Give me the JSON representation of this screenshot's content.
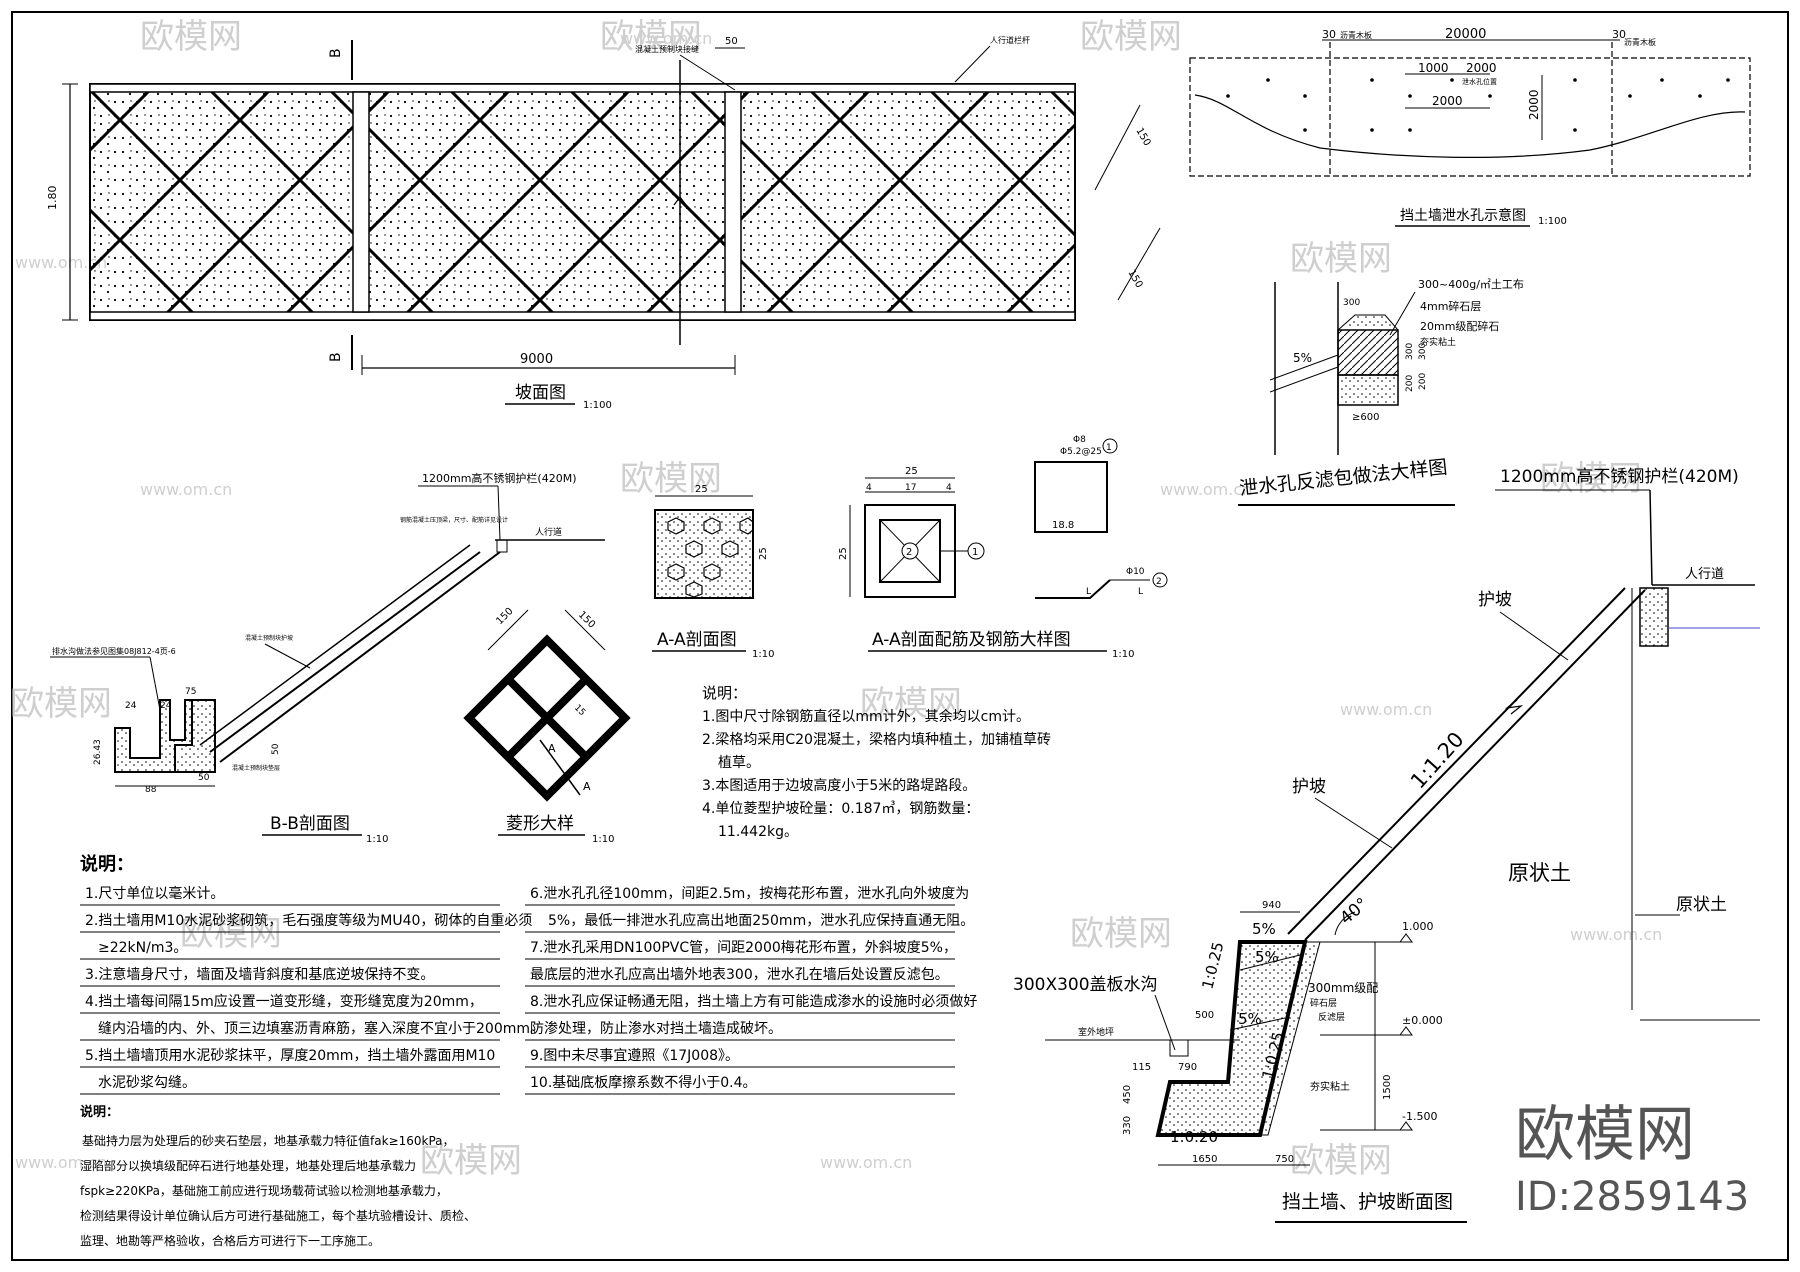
{
  "watermark": {
    "brand": "欧模网",
    "url": "www.om.cn",
    "id": "ID:2859143"
  },
  "slope_plan": {
    "title": "坡面图",
    "scale": "1:100",
    "dim_height": "1.80",
    "dim_length": "9000",
    "dim_gap": "50",
    "dim_grid_a": "150",
    "dim_grid_b": "150",
    "section_mark": "B",
    "label_railing": "人行道栏杆",
    "label_joint": "混凝土预制块接缝"
  },
  "drain_elev": {
    "title": "挡土墙泄水孔示意图",
    "scale": "1:100",
    "dim_total": "20000",
    "dim_left": "30",
    "dim_right": "30",
    "dim_a": "1000",
    "dim_b": "2000",
    "dim_c": "2000",
    "dim_d": "2000",
    "label_joint_l": "沥青木板",
    "label_joint_r": "沥青木板",
    "label_center": "泄水孔位置"
  },
  "filter_detail": {
    "title": "泄水孔反滤包做法大样图",
    "spec1": "300~400g/㎡土工布",
    "spec2": "4mm碎石层",
    "spec3": "20mm级配碎石",
    "spec4": "夯实粘土",
    "slope": "5%",
    "dim_300a": "300",
    "dim_300b": "300",
    "dim_200a": "200",
    "dim_200b": "200",
    "dim_600": "≥600"
  },
  "bb_section": {
    "title": "B-B剖面图",
    "scale": "1:10",
    "railing": "1200mm高不锈钢护栏(420M)",
    "note_top": "钢筋混凝土压顶梁，尺寸、配筋详见设计",
    "walkway": "人行道",
    "note_beam": "混凝土预制块护坡",
    "note_drain": "排水沟做法参见图集08J812-4页-6",
    "note_base": "混凝土预制块垫层",
    "dims": [
      "24",
      "24",
      "75",
      "26.43",
      "50",
      "88",
      "50"
    ]
  },
  "aa_section": {
    "title": "A-A剖面图",
    "scale": "1:10",
    "dim_top": "25",
    "dim_side": "25"
  },
  "rebar": {
    "title": "A-A剖面配筋及钢筋大样图",
    "scale": "1:10",
    "dim_top": "25",
    "dim_inner": "17",
    "dim_side": "25",
    "dim_4a": "4",
    "dim_4b": "4",
    "bar1_spec": "Φ8",
    "bar1_spacing": "Φ5.2@25",
    "bar1_len": "18.8",
    "bar2_spec": "Φ10",
    "bar_L": "L",
    "mark1": "1",
    "mark2": "2"
  },
  "diamond": {
    "title": "菱形大样",
    "scale": "1:10",
    "dim_a": "150",
    "dim_b": "150",
    "dim_c": "15",
    "mark": "A"
  },
  "notes_small": {
    "heading": "说明：",
    "items": [
      "1.图中尺寸除钢筋直径以mm计外，其余均以cm计。",
      "2.梁格均采用C20混凝土，梁格内填种植土，加铺植草砖",
      "植草。",
      "3.本图适用于边坡高度小于5米的路堤路段。",
      "4.单位菱型护坡砼量：0.187㎥，钢筋数量：",
      "11.442kg。"
    ]
  },
  "notes_main": {
    "heading": "说明：",
    "left": [
      "1.尺寸单位以毫米计。",
      "2.挡土墙用M10水泥砂浆砌筑，毛石强度等级为MU40，砌体的自重必须",
      "≥22kN/m3。",
      "3.注意墙身尺寸，墙面及墙背斜度和基底逆坡保持不变。",
      "4.挡土墙每间隔15m应设置一道变形缝，变形缝宽度为20mm，",
      "缝内沿墙的内、外、顶三边填塞沥青麻筋，塞入深度不宜小于200mm。",
      "5.挡土墙墙顶用水泥砂浆抹平，厚度20mm，挡土墙外露面用M10",
      "水泥砂浆勾缝。"
    ],
    "right": [
      "6.泄水孔孔径100mm，间距2.5m，按梅花形布置，泄水孔向外坡度为",
      "5%，最低一排泄水孔应高出地面250mm，泄水孔应保持直通无阻。",
      "7.泄水孔采用DN100PVC管，间距2000梅花形布置，外斜坡度5%，",
      "最底层的泄水孔应高出墙外地表300，泄水孔在墙后处设置反滤包。",
      "8.泄水孔应保证畅通无阻，挡土墙上方有可能造成渗水的设施时必须做好",
      "防渗处理，防止渗水对挡土墙造成破坏。",
      "9.图中未尽事宜遵照《17J008》。",
      "10.基础底板摩擦系数不得小于0.4。"
    ]
  },
  "notes_foundation": {
    "heading": "说明：",
    "lines": [
      "基础持力层为处理后的砂夹石垫层，地基承载力特征值fak≥160kPa，",
      "湿陷部分以换填级配碎石进行地基处理，地基处理后地基承载力",
      "fspk≥220KPa，基础施工前应进行现场载荷试验以检测地基承载力，",
      "检测结果得设计单位确认后方可进行基础施工，每个基坑验槽设计、质检、",
      "监理、地勘等严格验收，合格后方可进行下一工序施工。"
    ]
  },
  "wall_section": {
    "title": "挡土墙、护坡断面图",
    "railing": "1200mm高不锈钢护栏(420M)",
    "walkway": "人行道",
    "slope_label1": "护坡",
    "slope_label2": "护坡",
    "ratio": "1:1.20",
    "angle": "40°",
    "soil1": "原状土",
    "soil2": "原状土",
    "ditch": "300X300盖板水沟",
    "wall_r1": "1:0.25",
    "wall_r2": "1:0.25",
    "base_r": "1:0.20",
    "pct1": "5%",
    "pct2": "5%",
    "pct3": "5%",
    "elev1": "1.000",
    "elev2": "±0.000",
    "elev3": "-1.500",
    "dims": [
      "940",
      "500",
      "790",
      "115",
      "330",
      "450",
      "1650",
      "750",
      "1500"
    ],
    "fill1": "300mm级配",
    "fill2": "碎石层",
    "fill3": "反滤层",
    "fill4": "夯实粘土",
    "ground": "室外地坪"
  }
}
